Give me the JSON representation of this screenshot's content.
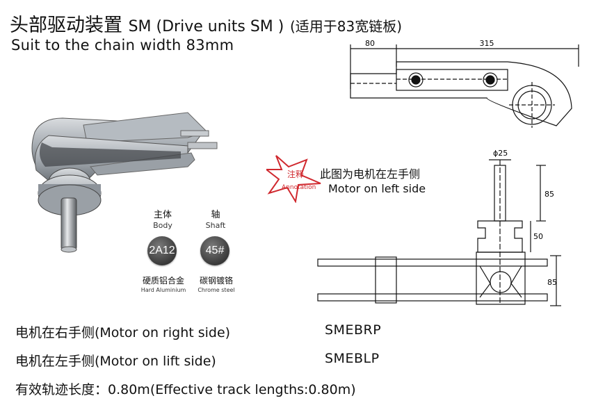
{
  "title": {
    "cn": "头部驱动装置",
    "en": "SM (Drive units SM )",
    "suffix": "(适用于83宽链板)"
  },
  "subtitle": "Suit to the chain width 83mm",
  "materials": [
    {
      "label_cn": "主体",
      "label_en": "Body",
      "badge": "2A12",
      "desc_cn": "硬质铝合金",
      "desc_en": "Hard Aluminium"
    },
    {
      "label_cn": "轴",
      "label_en": "Shaft",
      "badge": "45#",
      "desc_cn": "碳钢镀铬",
      "desc_en": "Chrome steel"
    }
  ],
  "annotation": {
    "stamp_cn": "注释",
    "stamp_en": "Annotation",
    "note_cn": "此图为电机在左手侧",
    "note_en": "Motor on left side"
  },
  "drawing": {
    "dim_top_left": "80",
    "dim_top_right": "315",
    "dim_diameter": "ϕ25",
    "dim_shaft_len": "85",
    "dim_hub": "50",
    "dim_height": "85"
  },
  "specs": [
    {
      "label": "电机在右手侧(Motor on right side)",
      "code": "SMEBRP"
    },
    {
      "label": "电机在左手侧(Motor on lift side)",
      "code": "SMEBLP"
    }
  ],
  "track_length": "有效轨迹长度：0.80m(Effective track lengths:0.80m)",
  "colors": {
    "stamp_red": "#d0282e",
    "badge_dark": "#3a3a3a"
  }
}
